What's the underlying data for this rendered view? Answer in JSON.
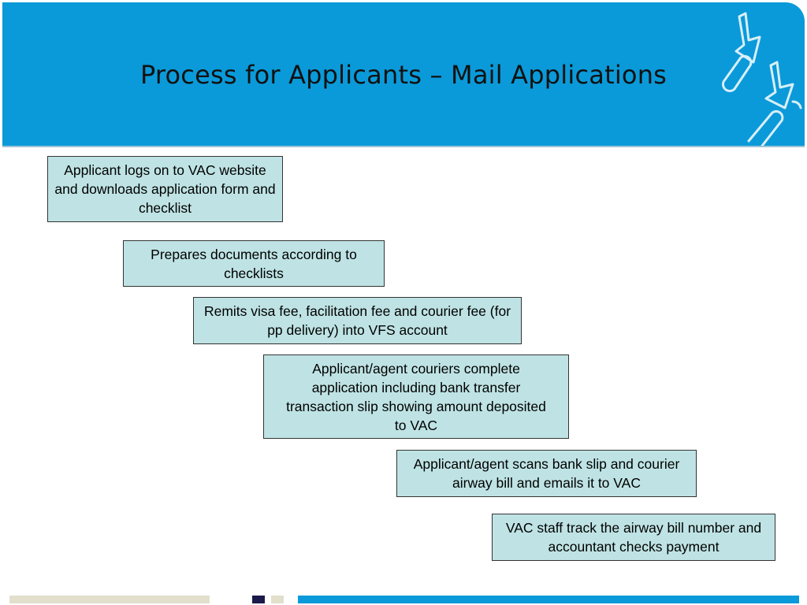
{
  "slide": {
    "title": "Process for Applicants – Mail Applications"
  },
  "steps": [
    {
      "label": "Applicant logs on to VAC website and downloads application form and checklist"
    },
    {
      "label": "Prepares documents according to checklists"
    },
    {
      "label": "Remits visa fee, facilitation fee and courier fee (for pp delivery) into VFS account"
    },
    {
      "label": "Applicant/agent couriers complete application including bank transfer transaction slip showing amount deposited to VAC"
    },
    {
      "label": "Applicant/agent scans bank slip and courier airway bill and emails it to VAC"
    },
    {
      "label": "VAC staff track the airway bill number and accountant checks payment"
    }
  ],
  "colors": {
    "header_blue": "#0a9ad9",
    "step_fill": "#bfe3e4",
    "footer_beige": "#e2e0cc",
    "footer_navy": "#1b1a4a"
  },
  "icons": {
    "header_decoration": "hand-pointer-arrows-icon"
  }
}
